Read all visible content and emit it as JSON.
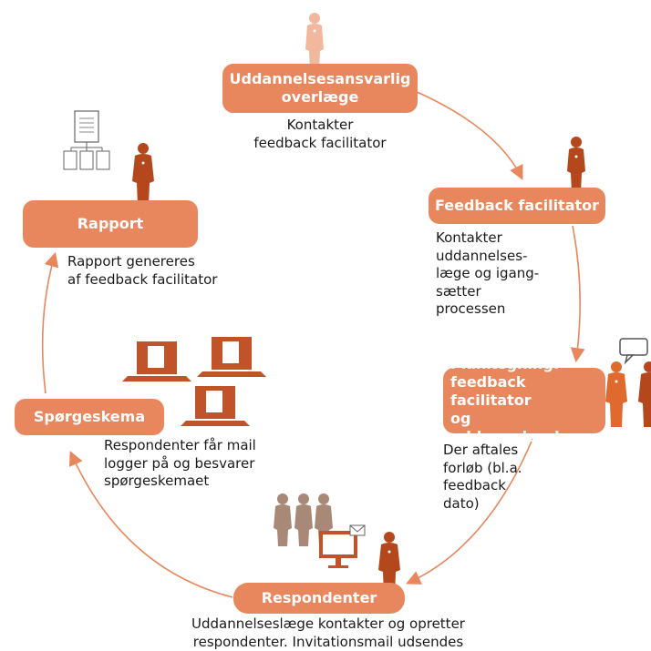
{
  "colors": {
    "box_fill": "#e8875e",
    "arrow": "#e8875e",
    "figure_dark": "#b5471c",
    "figure_light": "#f2b89d",
    "figure_gray": "#a88978",
    "screen": "#c0532a",
    "text": "#1a1a1a"
  },
  "nodes": {
    "overlaege": {
      "label": "Uddannelsesansvarlig\noverlæge",
      "caption": "Kontakter\nfeedback facilitator"
    },
    "facilitator": {
      "label": "Feedback facilitator",
      "caption": "Kontakter\nuddannelses-\nlæge og igang-\nsætter\nprocessen"
    },
    "planlaegning": {
      "label": "Planlægning:\nfeedback facilitator\nog uddannelseslæge",
      "caption": "Der aftales\nforløb (bl.a.\nfeedback\ndato)"
    },
    "respondenter": {
      "label": "Respondenter",
      "caption": "Uddannelseslæge kontakter og opretter\nrespondenter. Invitationsmail udsendes"
    },
    "spoergeskema": {
      "label": "Spørgeskema",
      "caption": "Respondenter får mail\nlogger på og besvarer\nspørgeskemaet"
    },
    "rapport": {
      "label": "Rapport",
      "caption": "Rapport genereres\naf feedback facilitator"
    }
  },
  "icons": [
    "person-icon",
    "speech-bubble-icon",
    "laptop-icon",
    "mail-monitor-icon",
    "document-tree-icon"
  ]
}
